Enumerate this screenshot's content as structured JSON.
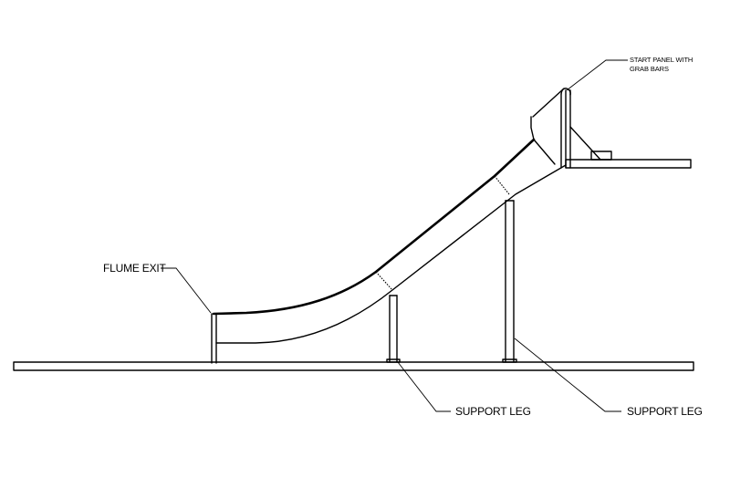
{
  "labels": {
    "start_panel_line1": "START PANEL WITH",
    "start_panel_line2": "GRAB BARS",
    "flume_exit": "FLUME EXIT",
    "support_leg_left": "SUPPORT LEG",
    "support_leg_right": "SUPPORT LEG"
  },
  "colors": {
    "line": "#000000",
    "background": "#ffffff"
  }
}
